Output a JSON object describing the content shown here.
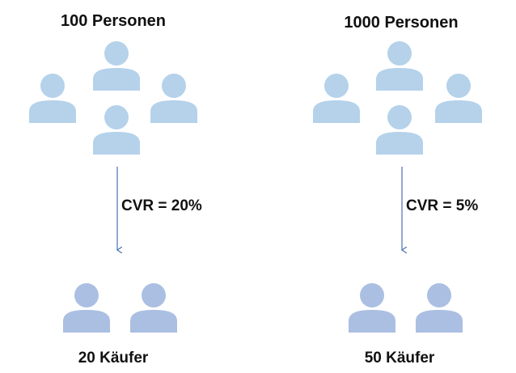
{
  "colors": {
    "people_top": "#b5d2ea",
    "people_bottom": "#abbfe2",
    "arrow": "#4a72b4",
    "text": "#111111"
  },
  "icon": "person-icon",
  "groups": [
    {
      "title": "100 Personen",
      "conversion_label": "CVR = 20%",
      "result_label": "20 Käufer"
    },
    {
      "title": "1000 Personen",
      "conversion_label": "CVR = 5%",
      "result_label": "50 Käufer"
    }
  ]
}
